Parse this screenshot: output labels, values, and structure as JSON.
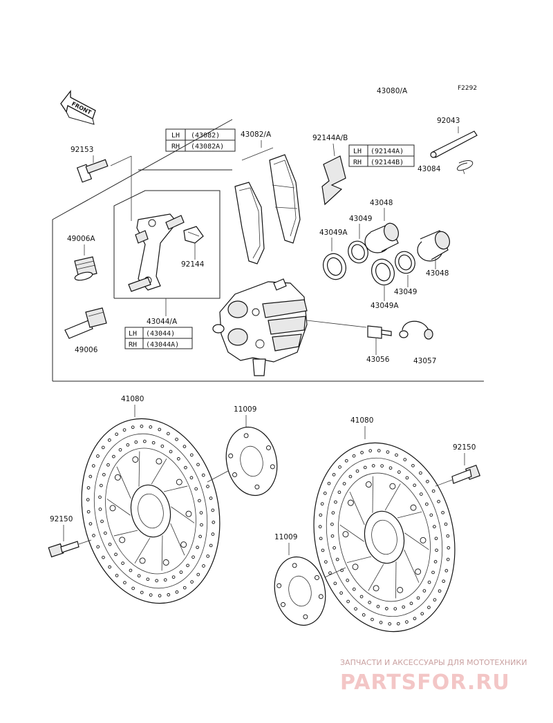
{
  "header": {
    "assembly_code": "43080/A",
    "figure_code": "F2292"
  },
  "front_arrow": {
    "label": "FRONT",
    "icon": "front-direction-arrow-icon"
  },
  "callouts": {
    "p92153": "92153",
    "p43082a": "43082/A",
    "p92144ab": "92144A/B",
    "p92043": "92043",
    "p43084": "43084",
    "p43048_top": "43048",
    "p43049_top": "43049",
    "p43049a_top": "43049A",
    "p49006a": "49006A",
    "p92144": "92144",
    "p43048_right": "43048",
    "p43049_bottom": "43049",
    "p43049a_bottom": "43049A",
    "p43044a": "43044/A",
    "p49006": "49006",
    "p43056": "43056",
    "p43057": "43057",
    "p41080_left": "41080",
    "p11009_top": "11009",
    "p41080_right": "41080",
    "p92150_right": "92150",
    "p92150_left": "92150",
    "p11009_bottom": "11009"
  },
  "tables": {
    "pads": [
      {
        "side": "LH",
        "part": "(43082)"
      },
      {
        "side": "RH",
        "part": "(43082A)"
      }
    ],
    "clips": [
      {
        "side": "LH",
        "part": "(92144A)"
      },
      {
        "side": "RH",
        "part": "(92144B)"
      }
    ],
    "bracket": [
      {
        "side": "LH",
        "part": "(43044)"
      },
      {
        "side": "RH",
        "part": "(43044A)"
      }
    ]
  },
  "watermark": {
    "tagline": "ЗАПЧАСТИ И АКСЕССУАРЫ ДЛЯ МОТОТЕХНИКИ",
    "brand": "PARTSFOR.RU"
  }
}
